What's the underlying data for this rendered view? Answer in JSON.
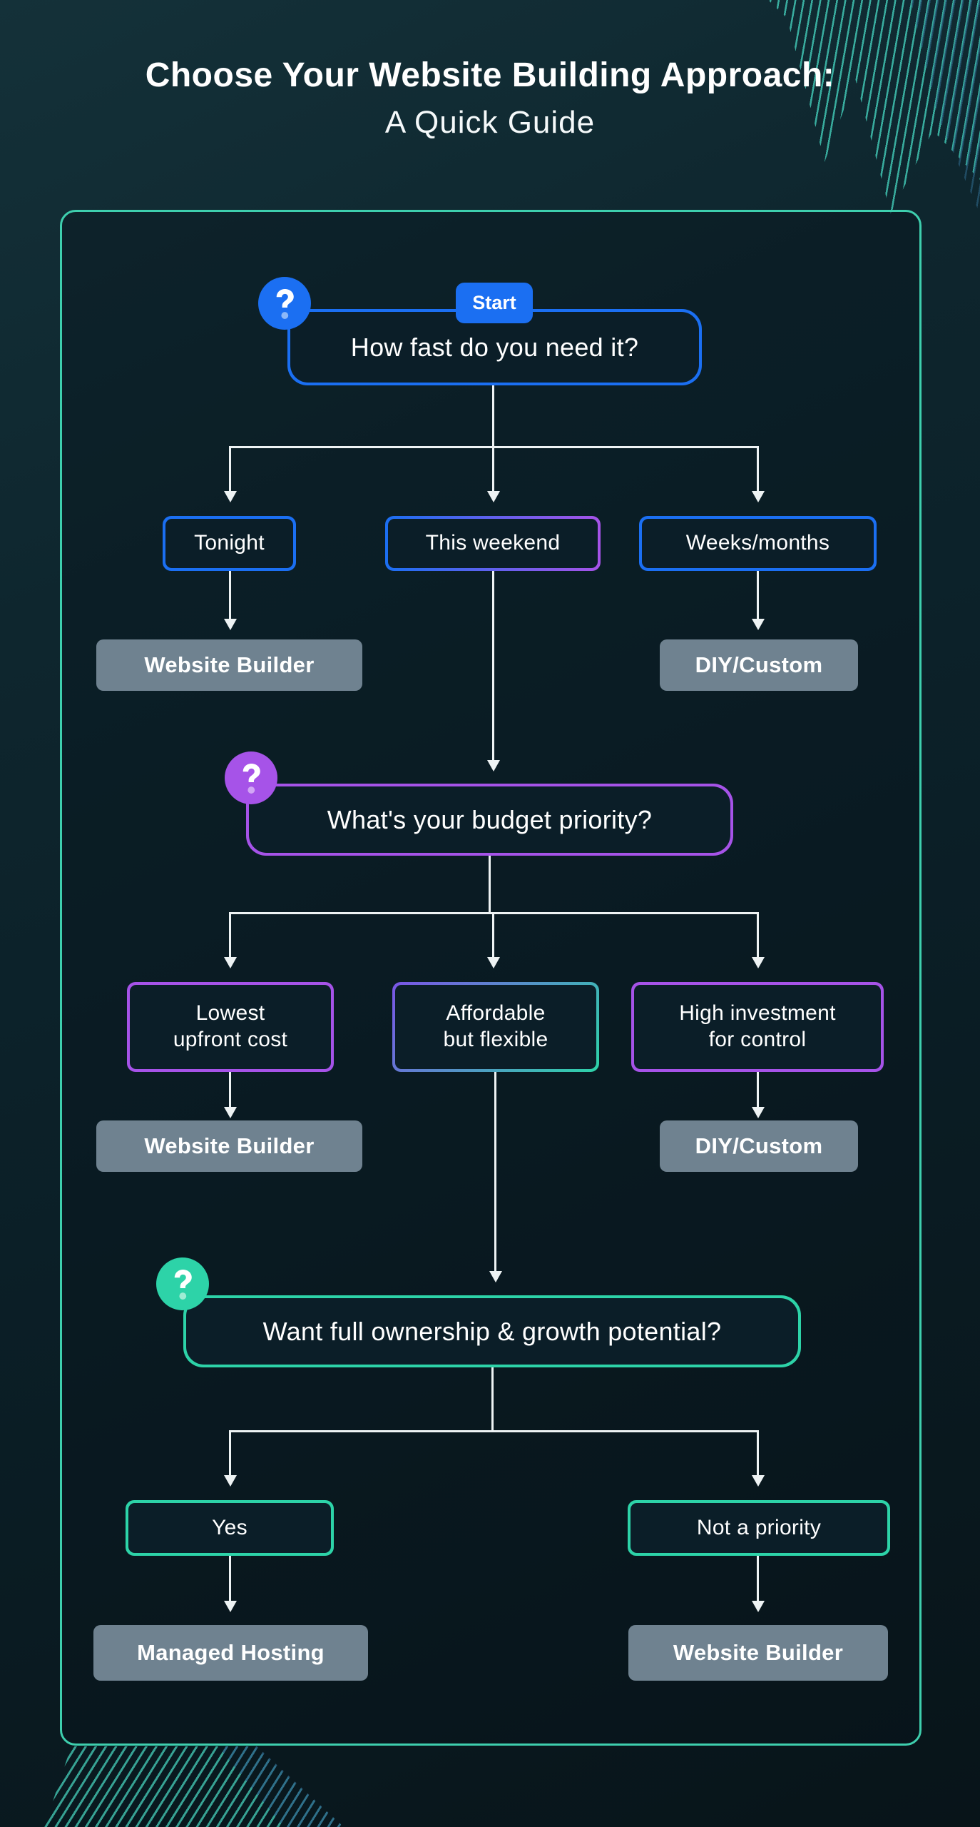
{
  "title": {
    "line1": "Choose Your Website Building Approach:",
    "line2": "A Quick Guide"
  },
  "flow": {
    "questions": [
      {
        "icon": "question-mark",
        "badge": "Start",
        "text": "How fast do you need it?",
        "accent": "blue"
      },
      {
        "icon": "question-mark",
        "text": "What's your budget priority?",
        "accent": "purple"
      },
      {
        "icon": "question-mark",
        "text": "Want full ownership & growth potential?",
        "accent": "teal"
      }
    ],
    "options": [
      {
        "label": "Tonight"
      },
      {
        "label": "This weekend"
      },
      {
        "label": "Weeks/months"
      },
      {
        "label": "Lowest\nupfront cost"
      },
      {
        "label": "Affordable\nbut flexible"
      },
      {
        "label": "High investment\nfor control"
      },
      {
        "label": "Yes"
      },
      {
        "label": "Not a priority"
      }
    ],
    "outcomes": [
      {
        "label": "Website Builder"
      },
      {
        "label": "DIY/Custom"
      },
      {
        "label": "Website Builder"
      },
      {
        "label": "DIY/Custom"
      },
      {
        "label": "Managed Hosting"
      },
      {
        "label": "Website Builder"
      }
    ]
  },
  "colors": {
    "blue": "#1b6ff2",
    "purple": "#a653e8",
    "teal": "#2dd3a8",
    "gray": "#6f8290",
    "panelBorder": "#3ecfae",
    "line": "#eef3f4",
    "blueDot": "#8cb8f8",
    "purpleDot": "#d2a6f5",
    "tealDot": "#9fecd4"
  }
}
